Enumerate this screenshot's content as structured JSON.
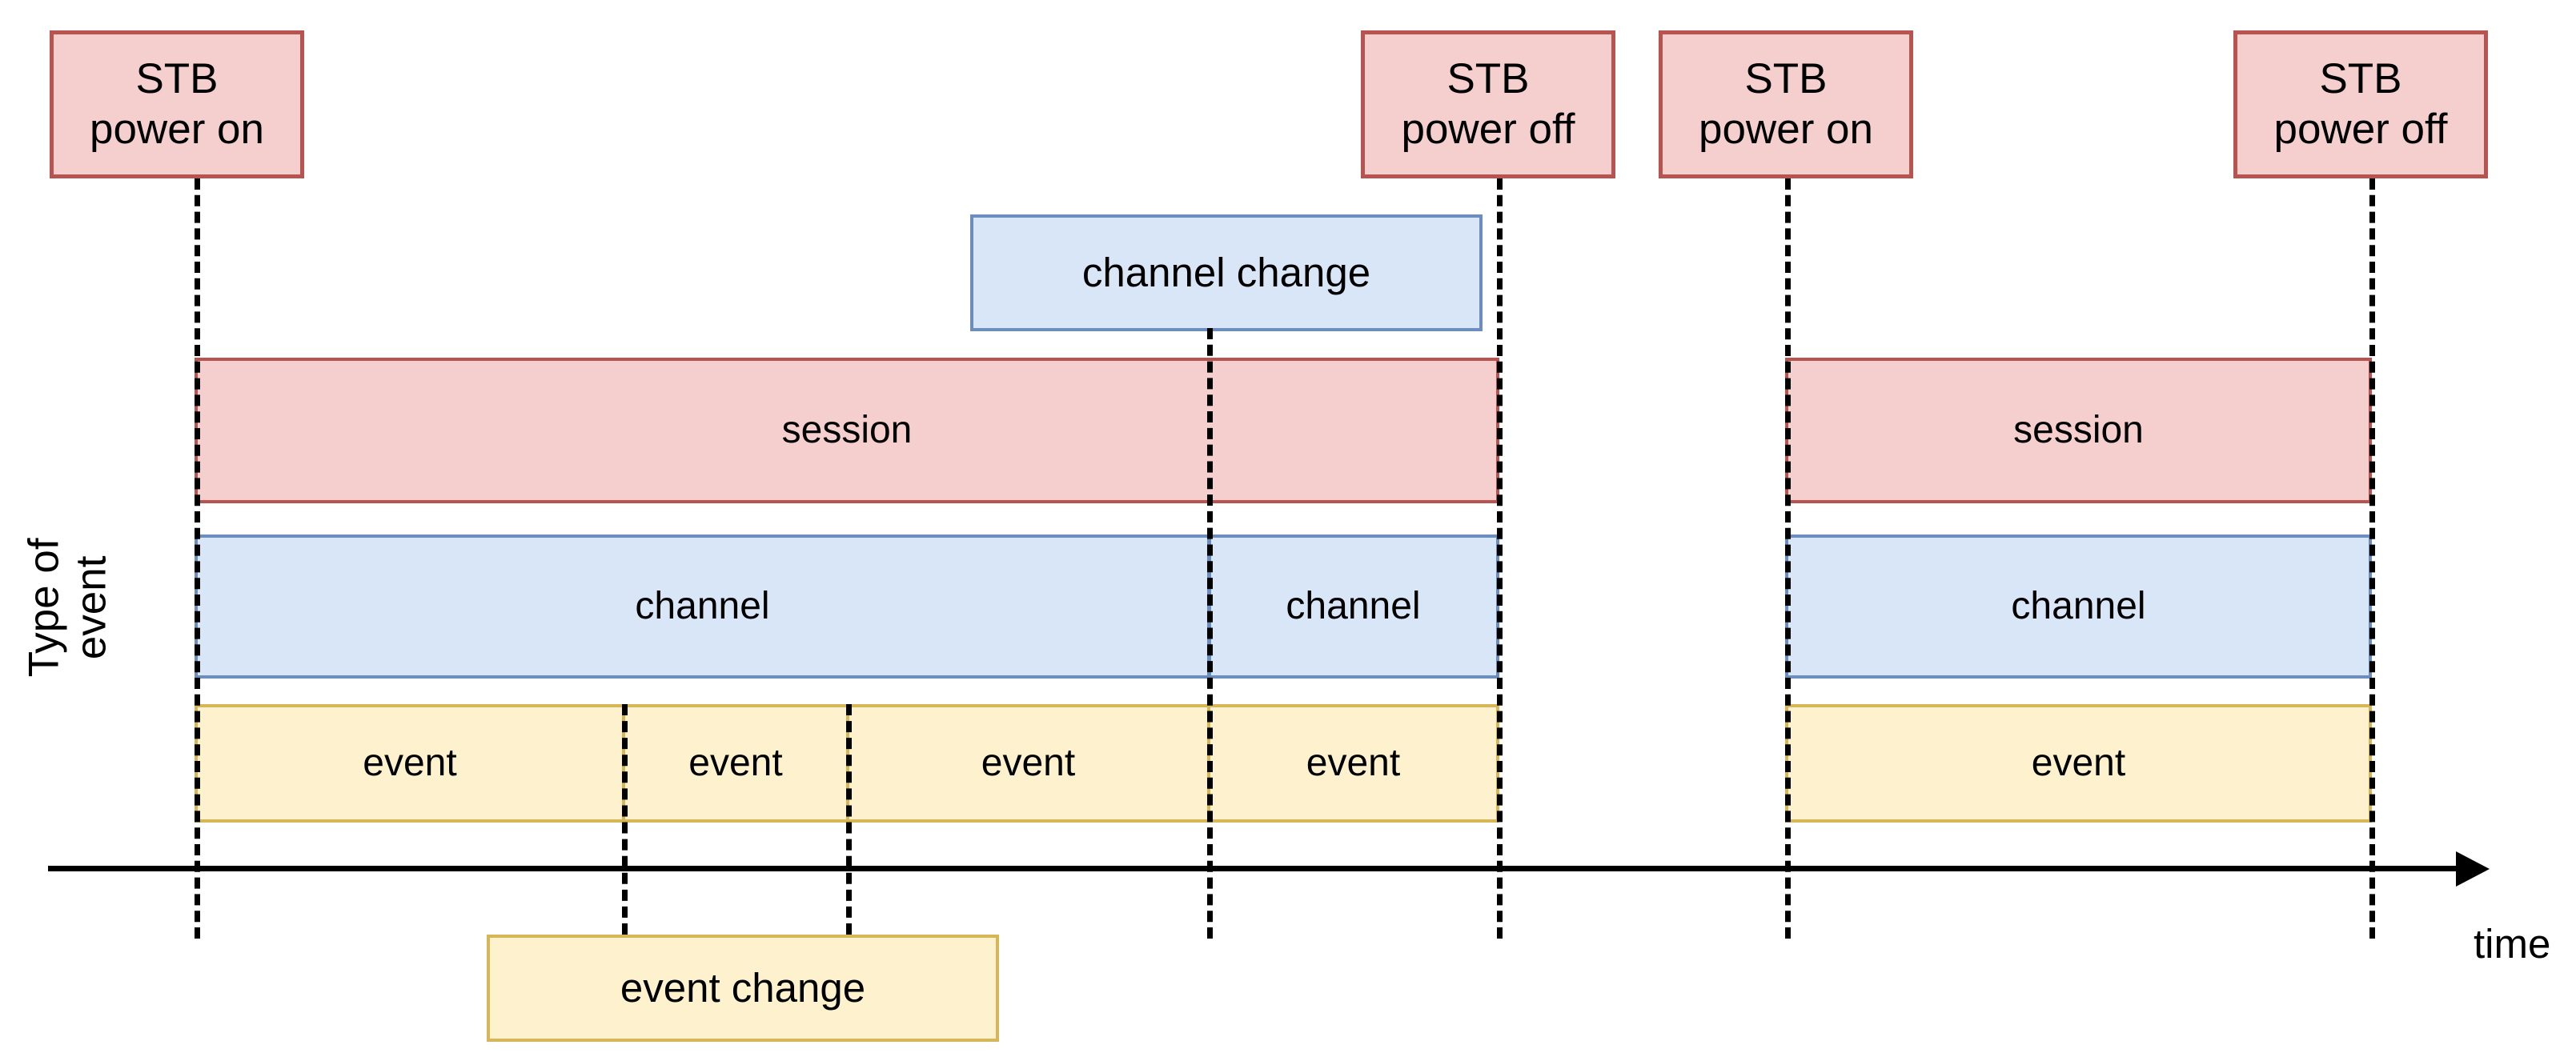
{
  "diagram": {
    "axis_title": "Type of\nevent",
    "time_axis_label": "time",
    "colors": {
      "session_fill": "#f5cfcd",
      "session_stroke": "#b85450",
      "channel_fill": "#d9e6f8",
      "channel_stroke": "#6c8ebf",
      "event_fill": "#fdf2cd",
      "event_stroke": "#d6b656",
      "marker_line": "#000000",
      "background": "#ffffff"
    }
  },
  "markers": [
    {
      "label": "STB\npower on",
      "name": "stb-power-on-1"
    },
    {
      "label": "STB\npower off",
      "name": "stb-power-off-1"
    },
    {
      "label": "STB\npower on",
      "name": "stb-power-on-2"
    },
    {
      "label": "STB\npower off",
      "name": "stb-power-off-2"
    }
  ],
  "callouts": [
    {
      "label": "channel change",
      "name": "channel-change-callout"
    },
    {
      "label": "event change",
      "name": "event-change-callout"
    }
  ],
  "lanes": {
    "session": {
      "name": "session",
      "blocks": [
        {
          "label": "session"
        },
        {
          "label": "session"
        }
      ]
    },
    "channel": {
      "name": "channel",
      "blocks": [
        {
          "label": "channel"
        },
        {
          "label": "channel"
        },
        {
          "label": "channel"
        }
      ]
    },
    "event": {
      "name": "event",
      "blocks": [
        {
          "label": "event"
        },
        {
          "label": "event"
        },
        {
          "label": "event"
        },
        {
          "label": "event"
        },
        {
          "label": "event"
        }
      ]
    }
  },
  "chart_data": {
    "type": "timeline",
    "title": "",
    "xlabel": "time",
    "ylabel": "Type of event",
    "grid": false,
    "legend": "none",
    "xlim": [
      0,
      100
    ],
    "markers": [
      {
        "label": "STB power on",
        "x": 7.6
      },
      {
        "label": "STB power off",
        "x": 58.1
      },
      {
        "label": "STB power on",
        "x": 69.3
      },
      {
        "label": "STB power off",
        "x": 92.0
      }
    ],
    "annotations": [
      {
        "label": "channel change",
        "x": 46.9
      },
      {
        "label": "event change",
        "x": 24.2
      },
      {
        "label": "event change",
        "x": 32.8
      }
    ],
    "series": [
      {
        "name": "session",
        "row": 1,
        "intervals": [
          {
            "label": "session",
            "start": 7.6,
            "end": 58.1
          },
          {
            "label": "session",
            "start": 69.3,
            "end": 92.0
          }
        ]
      },
      {
        "name": "channel",
        "row": 2,
        "intervals": [
          {
            "label": "channel",
            "start": 7.6,
            "end": 46.9
          },
          {
            "label": "channel",
            "start": 46.9,
            "end": 58.1
          },
          {
            "label": "channel",
            "start": 69.3,
            "end": 92.0
          }
        ]
      },
      {
        "name": "event",
        "row": 3,
        "intervals": [
          {
            "label": "event",
            "start": 7.6,
            "end": 24.2
          },
          {
            "label": "event",
            "start": 24.2,
            "end": 32.8
          },
          {
            "label": "event",
            "start": 32.8,
            "end": 46.9
          },
          {
            "label": "event",
            "start": 46.9,
            "end": 58.1
          },
          {
            "label": "event",
            "start": 69.3,
            "end": 92.0
          }
        ]
      }
    ]
  }
}
